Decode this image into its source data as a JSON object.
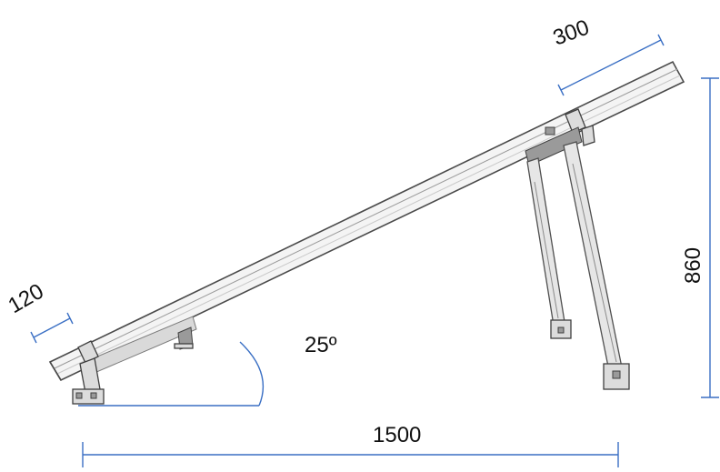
{
  "dimensions": {
    "top_offset": "300",
    "bottom_offset": "120",
    "height": "860",
    "base_length": "1500",
    "angle": "25º"
  },
  "colors": {
    "dimension_line": "#3a6fc4",
    "structure_outline": "#4a4a4a",
    "text": "#111111"
  }
}
